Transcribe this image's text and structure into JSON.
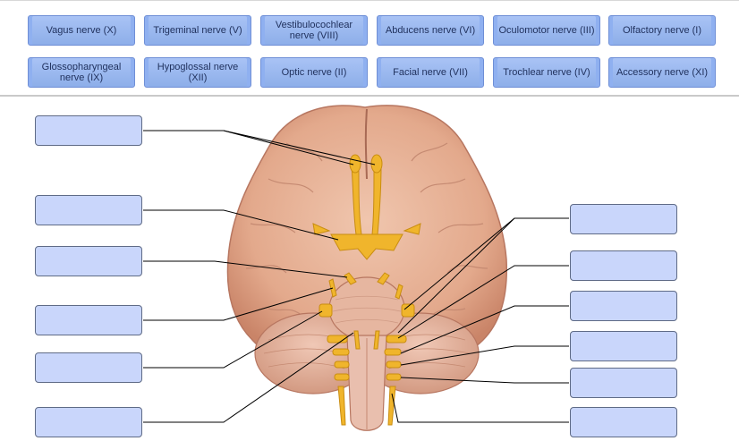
{
  "word_bank": [
    {
      "label": "Vagus nerve (X)"
    },
    {
      "label": "Trigeminal nerve (V)"
    },
    {
      "label": "Vestibulocochlear nerve (VIII)"
    },
    {
      "label": "Abducens nerve (VI)"
    },
    {
      "label": "Oculomotor nerve (III)"
    },
    {
      "label": "Olfactory nerve (I)"
    },
    {
      "label": "Glossopharyngeal nerve (IX)"
    },
    {
      "label": "Hypoglossal nerve (XII)"
    },
    {
      "label": "Optic nerve (II)"
    },
    {
      "label": "Facial nerve (VII)"
    },
    {
      "label": "Trochlear nerve (IV)"
    },
    {
      "label": "Accessory nerve (XI)"
    }
  ],
  "colors": {
    "chip_fill": "#8fb0f0",
    "chip_text": "#21325e",
    "drop_fill": "#c9d6fb",
    "drop_border": "#5f6b86",
    "brain_base": "#e8b59c",
    "nerve": "#f0b52c",
    "leader": "#000000"
  }
}
